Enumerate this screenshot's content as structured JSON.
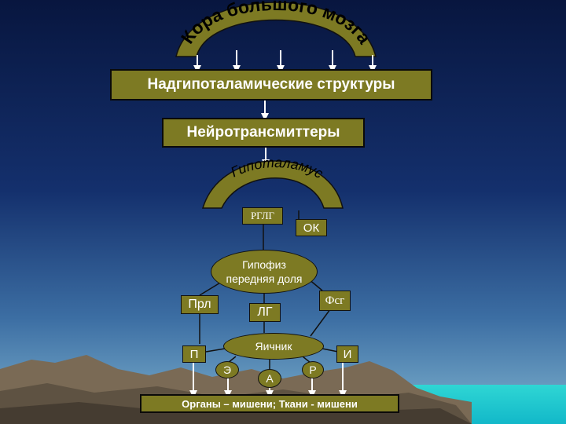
{
  "cortex_title": "Кора большого мозга",
  "suprahypothalamic": "Надгипоталамические структуры",
  "neurotransmitters": "Нейротрансмиттеры",
  "hypothalamus_title": "Гипоталамус",
  "rglg": "РГЛГ",
  "ok": "ОК",
  "pituitary_line1": "Гипофиз",
  "pituitary_line2": "передняя доля",
  "prl": "Прл",
  "lg": "ЛГ",
  "fsg": "Фсг",
  "ovary": "Яичник",
  "p": "П",
  "i": "И",
  "e": "Э",
  "a": "А",
  "r": "Р",
  "targets": "Органы – мишени; Ткани - мишени",
  "colors": {
    "box_fill": "#7d7a23",
    "text": "#ffffff",
    "sky_top": "#0a1a4a",
    "sky_bottom": "#5a8fb8"
  }
}
